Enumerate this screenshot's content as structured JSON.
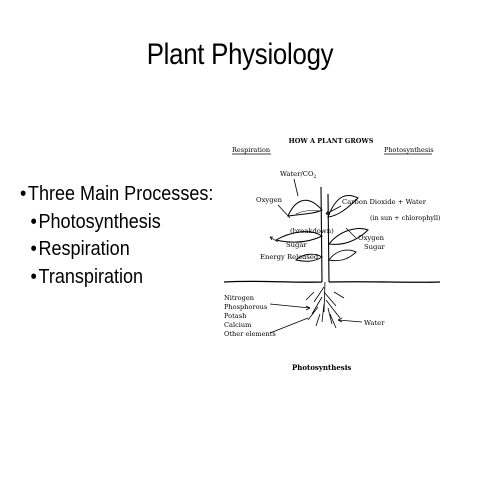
{
  "slide": {
    "title": "Plant Physiology",
    "bullets": [
      {
        "text": "Three Main Processes:",
        "level": 1
      },
      {
        "text": "Photosynthesis",
        "level": 2
      },
      {
        "text": "Respiration",
        "level": 2
      },
      {
        "text": "Transpiration",
        "level": 2
      }
    ],
    "bullet_symbol": "•"
  },
  "diagram": {
    "header": "HOW A PLANT GROWS",
    "left_heading": "Respiration",
    "right_heading": "Photosynthesis",
    "water_co2": "Water/CO",
    "water_co2_sub": "2",
    "oxygen_left": "Oxygen",
    "breakdown": "(breakdown)",
    "sugar_left": "Sugar",
    "energy_released": "Energy Released",
    "carbon_dioxide_water": "Carbon Dioxide + Water",
    "sun_chlorophyll": "(in sun + chlorophyll)",
    "oxygen_right": "Oxygen",
    "sugar_right": "Sugar",
    "nutrients": [
      "Nitrogen",
      "Phosphorous",
      "Potash",
      "Calcium",
      "Other elements"
    ],
    "water_label": "Water",
    "caption": "Photosynthesis"
  }
}
